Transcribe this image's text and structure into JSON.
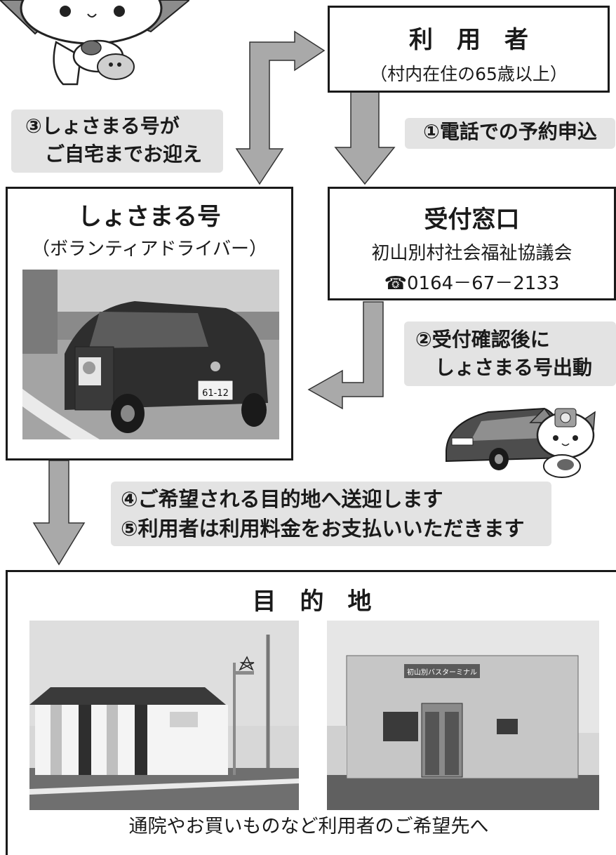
{
  "user_box": {
    "title": "利　用　者",
    "subtitle": "（村内在住の65歳以上）"
  },
  "steps": {
    "s1": "①電話での予約申込",
    "s2a": "②受付確認後に",
    "s2b": "　しょさまる号出動",
    "s3a": "③しょさまる号が",
    "s3b": "　ご自宅までお迎え",
    "s4": "④ご希望される目的地へ送迎します",
    "s5": "⑤利用者は利用料金をお支払いいただきます"
  },
  "car_box": {
    "title": "しょさまる号",
    "subtitle": "（ボランティアドライバー）",
    "plate": "61-12"
  },
  "reception_box": {
    "title": "受付窓口",
    "org": "初山別村社会福祉協議会",
    "phone": "☎0164－67－2133"
  },
  "destination_box": {
    "title": "目　的　地",
    "caption": "通院やお買いものなど利用者のご希望先へ",
    "sign2": "初山別バスターミナル"
  },
  "colors": {
    "arrow_fill": "#a9a9a9",
    "pill_bg": "#e3e3e3",
    "border": "#1a1a1a"
  }
}
